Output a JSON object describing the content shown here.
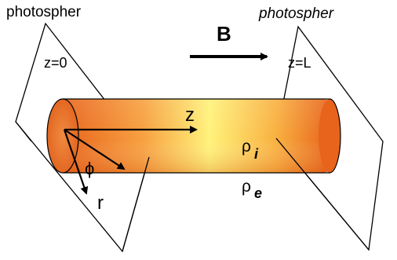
{
  "labels": {
    "photosphere_left": "photospher",
    "photosphere_right": "photospher",
    "plane_left": "z=0",
    "plane_right": "z=L",
    "magnetic_field": "B",
    "axis_z": "z",
    "axis_phi": "ϕ",
    "axis_r": "r",
    "density_inside_symbol": "ρ",
    "density_inside_subscript": "i",
    "density_outside_symbol": "ρ",
    "density_outside_subscript": "e"
  },
  "colors": {
    "tube_end": "#e8641c",
    "tube_mid": "#fde062",
    "tube_core": "#fff27a",
    "tube_outline": "#000000",
    "line": "#000000"
  }
}
